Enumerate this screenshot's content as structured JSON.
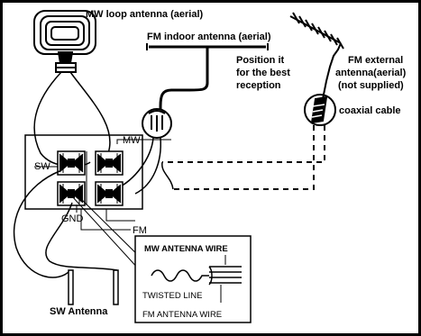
{
  "labels": {
    "mw_loop": "MW loop antenna (aerial)",
    "fm_indoor": "FM indoor antenna (aerial)",
    "position_1": "Position it",
    "position_2": "for the best",
    "position_3": "reception",
    "fm_external_1": "FM external",
    "fm_external_2": "antenna(aerial)",
    "fm_external_3": "(not supplied)",
    "coaxial": "coaxial cable",
    "mw": "MW",
    "sw": "SW",
    "gnd": "GND",
    "fm": "FM",
    "sw_antenna": "SW Antenna"
  },
  "inset": {
    "mw_wire": "MW ANTENNA WIRE",
    "twisted": "TWISTED LINE",
    "fm_wire": "FM ANTENNA WIRE"
  }
}
